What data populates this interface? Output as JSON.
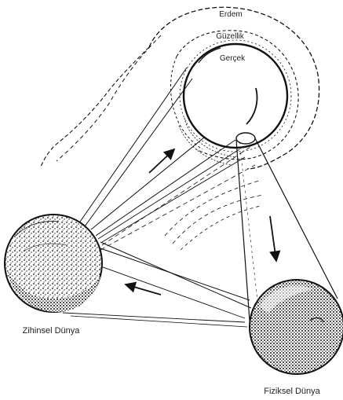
{
  "labels": {
    "virtue": "Erdem",
    "beauty": "Güzellik",
    "truth": "Gerçek",
    "mental_world": "Zihinsel Dünya",
    "physical_world": "Fiziksel Dünya"
  },
  "colors": {
    "ink": "#111111",
    "background": "#ffffff",
    "label": "#222222"
  }
}
